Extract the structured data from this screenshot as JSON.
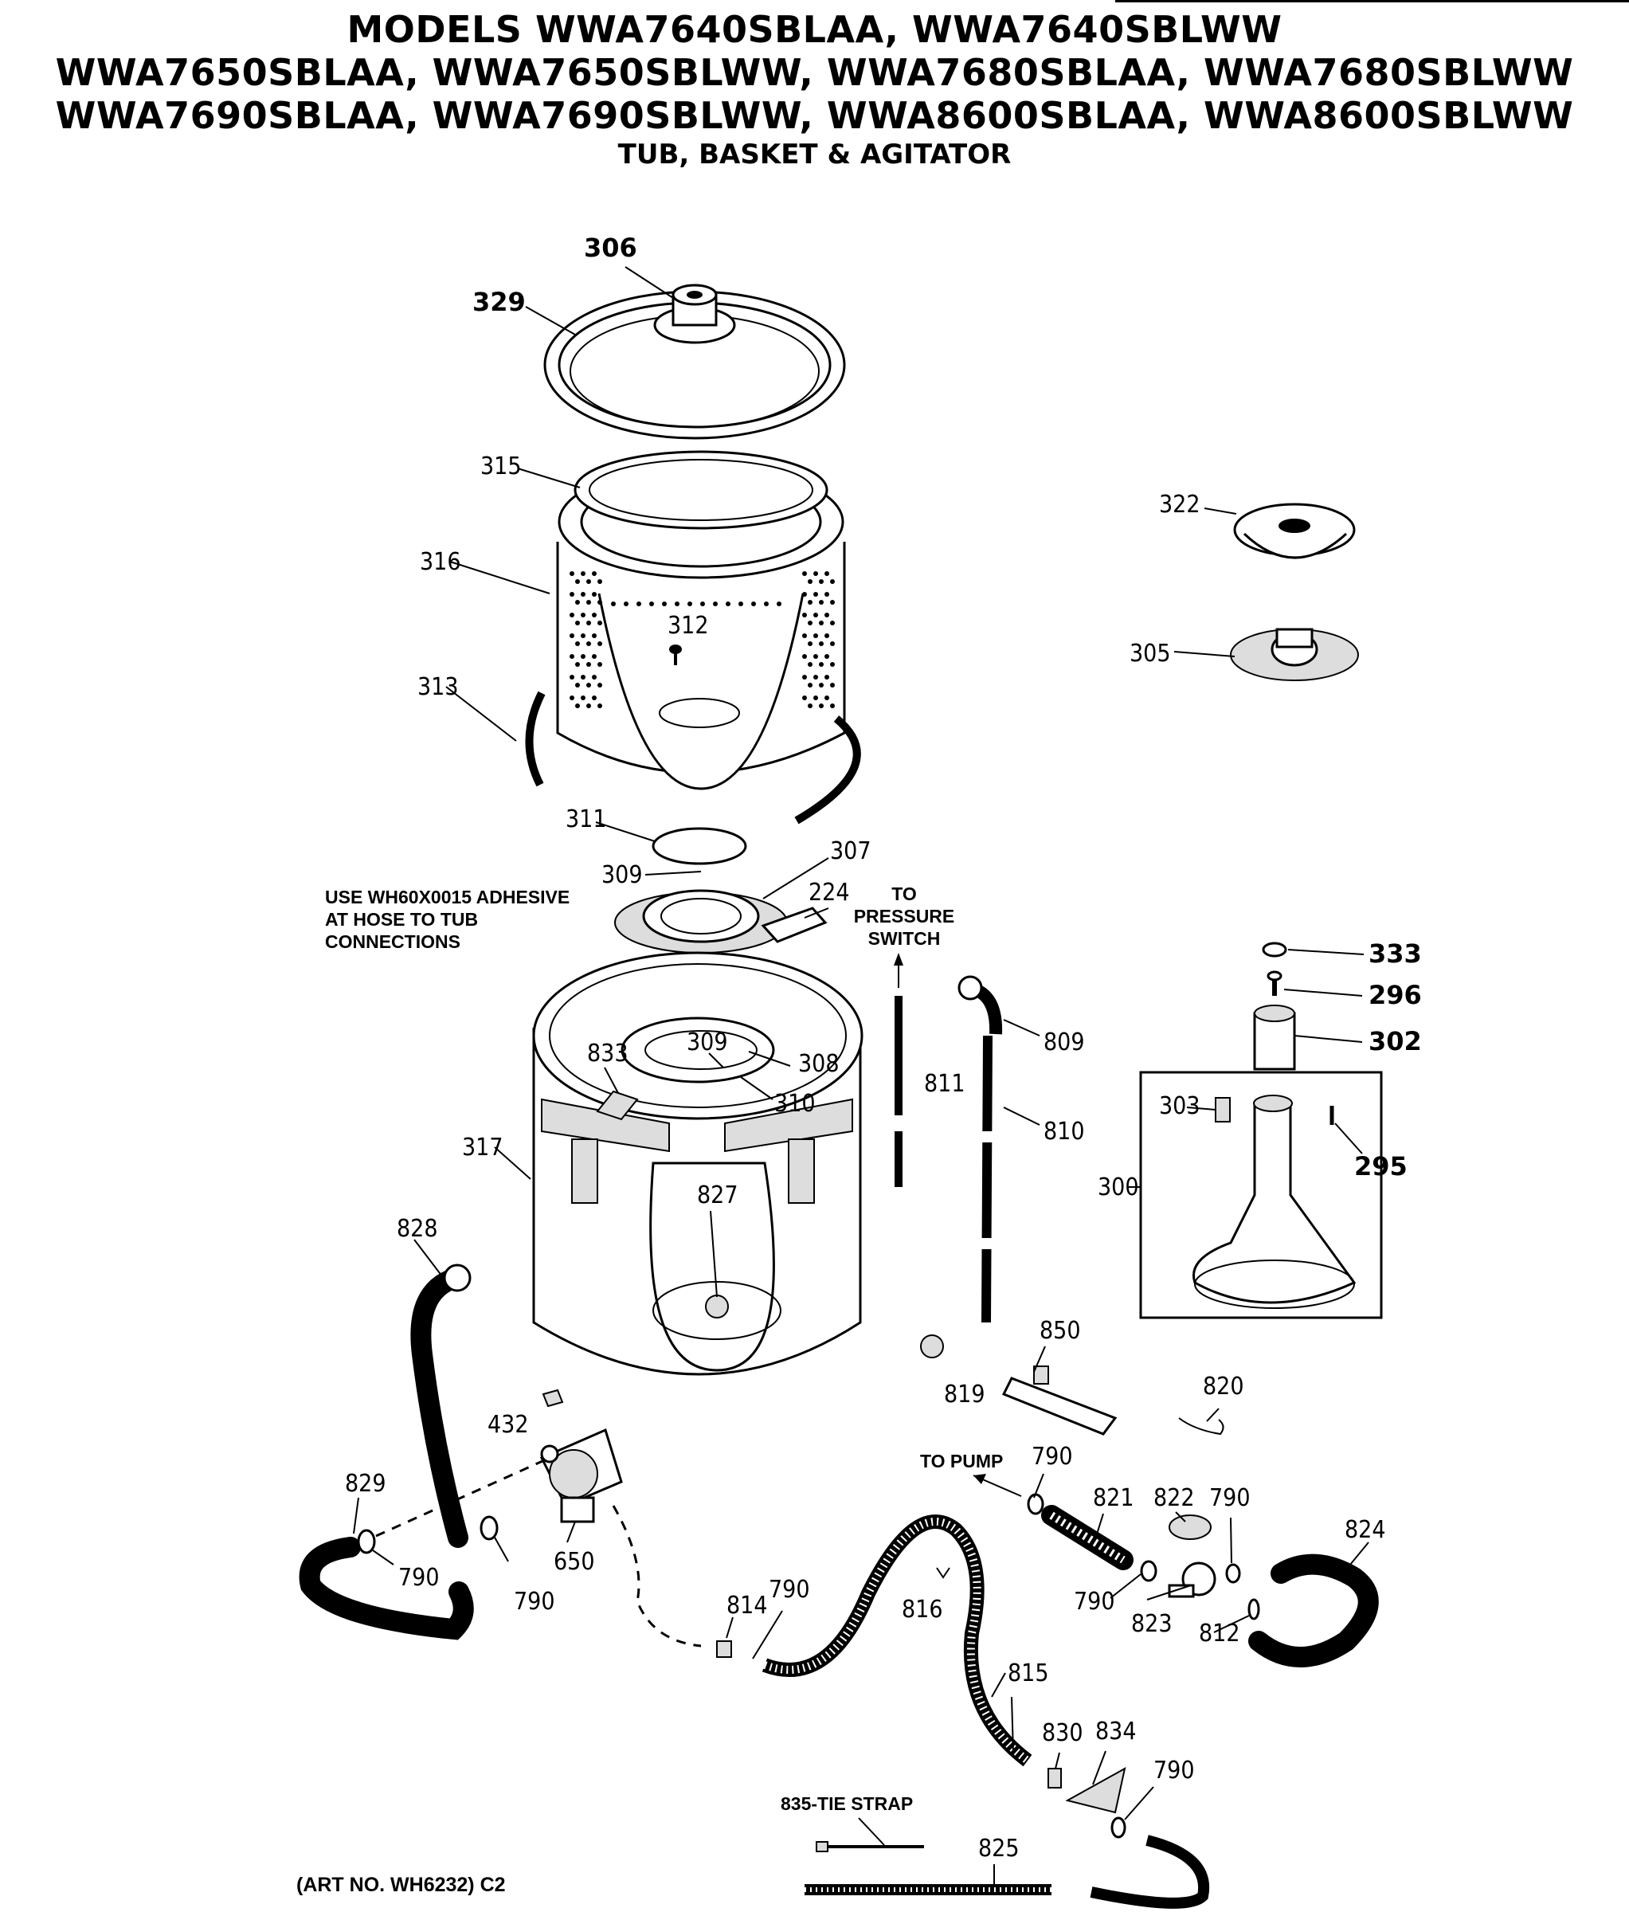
{
  "header": {
    "line1": "MODELS WWA7640SBLAA, WWA7640SBLWW",
    "line2": "WWA7650SBLAA, WWA7650SBLWW, WWA7680SBLAA, WWA7680SBLWW",
    "line3": "WWA7690SBLAA, WWA7690SBLWW, WWA8600SBLAA, WWA8600SBLWW",
    "subtitle": "TUB, BASKET & AGITATOR"
  },
  "notes": {
    "adhesive": [
      "USE WH60X0015 ADHESIVE",
      "AT HOSE TO TUB",
      "CONNECTIONS"
    ],
    "pressure_switch": [
      "TO",
      "PRESSURE",
      "SWITCH"
    ],
    "to_pump": "TO PUMP",
    "tie_strap": "835-TIE STRAP",
    "art_no": "(ART NO. WH6232) C2"
  },
  "parts": {
    "p306": "306",
    "p329": "329",
    "p315": "315",
    "p316": "316",
    "p312": "312",
    "p313": "313",
    "p311": "311",
    "p309a": "309",
    "p307": "307",
    "p224": "224",
    "p322": "322",
    "p305": "305",
    "p333": "333",
    "p296": "296",
    "p302": "302",
    "p303": "303",
    "p295": "295",
    "p300": "300",
    "p833": "833",
    "p309b": "309",
    "p308": "308",
    "p310": "310",
    "p317": "317",
    "p827": "827",
    "p811": "811",
    "p809": "809",
    "p810": "810",
    "p828": "828",
    "p850": "850",
    "p819": "819",
    "p820": "820",
    "p432": "432",
    "p829": "829",
    "p790a": "790",
    "p790b": "790",
    "p650": "650",
    "p790c": "790",
    "p821": "821",
    "p822": "822",
    "p790d": "790",
    "p824": "824",
    "p790e": "790",
    "p823": "823",
    "p812": "812",
    "p814": "814",
    "p790f": "790",
    "p816": "816",
    "p815": "815",
    "p830": "830",
    "p834": "834",
    "p790g": "790",
    "p825": "825"
  }
}
